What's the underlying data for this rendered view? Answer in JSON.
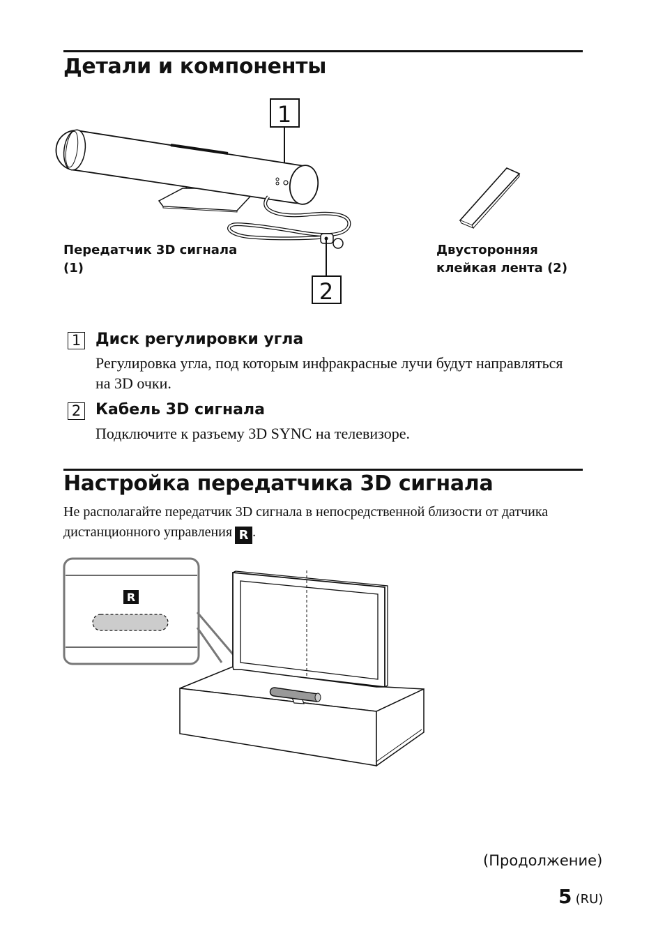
{
  "section1": {
    "title": "Детали и компоненты",
    "caption_transmitter": "Передатчик 3D сигнала (1)",
    "caption_tape": "Двусторонняя клейкая лента (2)",
    "callout1": "1",
    "callout2": "2"
  },
  "items": [
    {
      "num": "1",
      "title": "Диск регулировки угла",
      "desc": "Регулировка угла, под которым инфракрасные лучи будут направляться на 3D очки."
    },
    {
      "num": "2",
      "title": "Кабель 3D сигнала",
      "desc": "Подключите к разъему 3D SYNC на телевизоре."
    }
  ],
  "section2": {
    "title": "Настройка передатчика 3D сигнала",
    "para_text": "Не располагайте передатчик 3D сигнала в непосредственной близости от датчика дистанционного управления",
    "para_end": ".",
    "ir_symbol": "R"
  },
  "footer": {
    "continued": "(Продолжение)",
    "page_number": "5",
    "lang": "(RU)"
  }
}
